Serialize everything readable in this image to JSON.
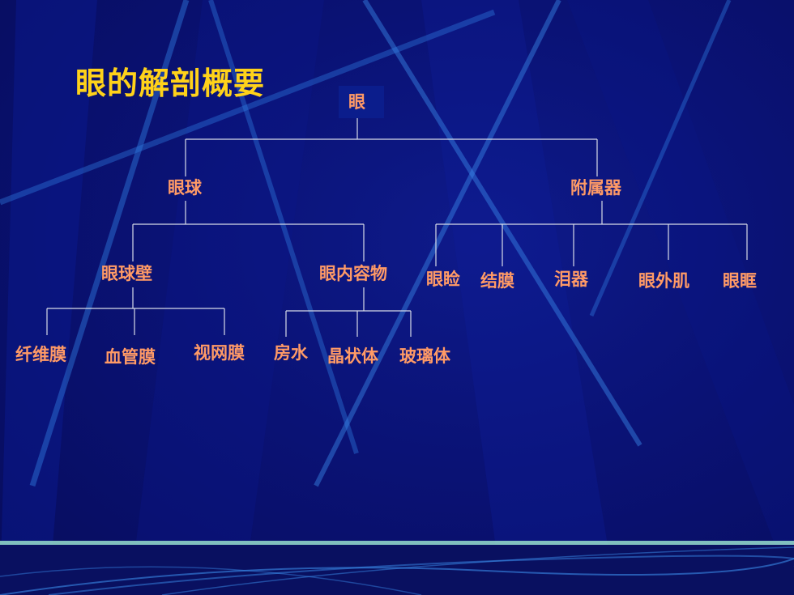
{
  "title": "眼的解剖概要",
  "tree": {
    "root": "眼",
    "level1": [
      "眼球",
      "附属器"
    ],
    "eyeball": [
      "眼球壁",
      "眼内容物"
    ],
    "eyeball_wall": [
      "纤维膜",
      "血管膜",
      "视网膜"
    ],
    "eye_contents": [
      "房水",
      "晶状体",
      "玻璃体"
    ],
    "adnexa": [
      "眼睑",
      "结膜",
      "泪器",
      "眼外肌",
      "眼眶"
    ]
  }
}
